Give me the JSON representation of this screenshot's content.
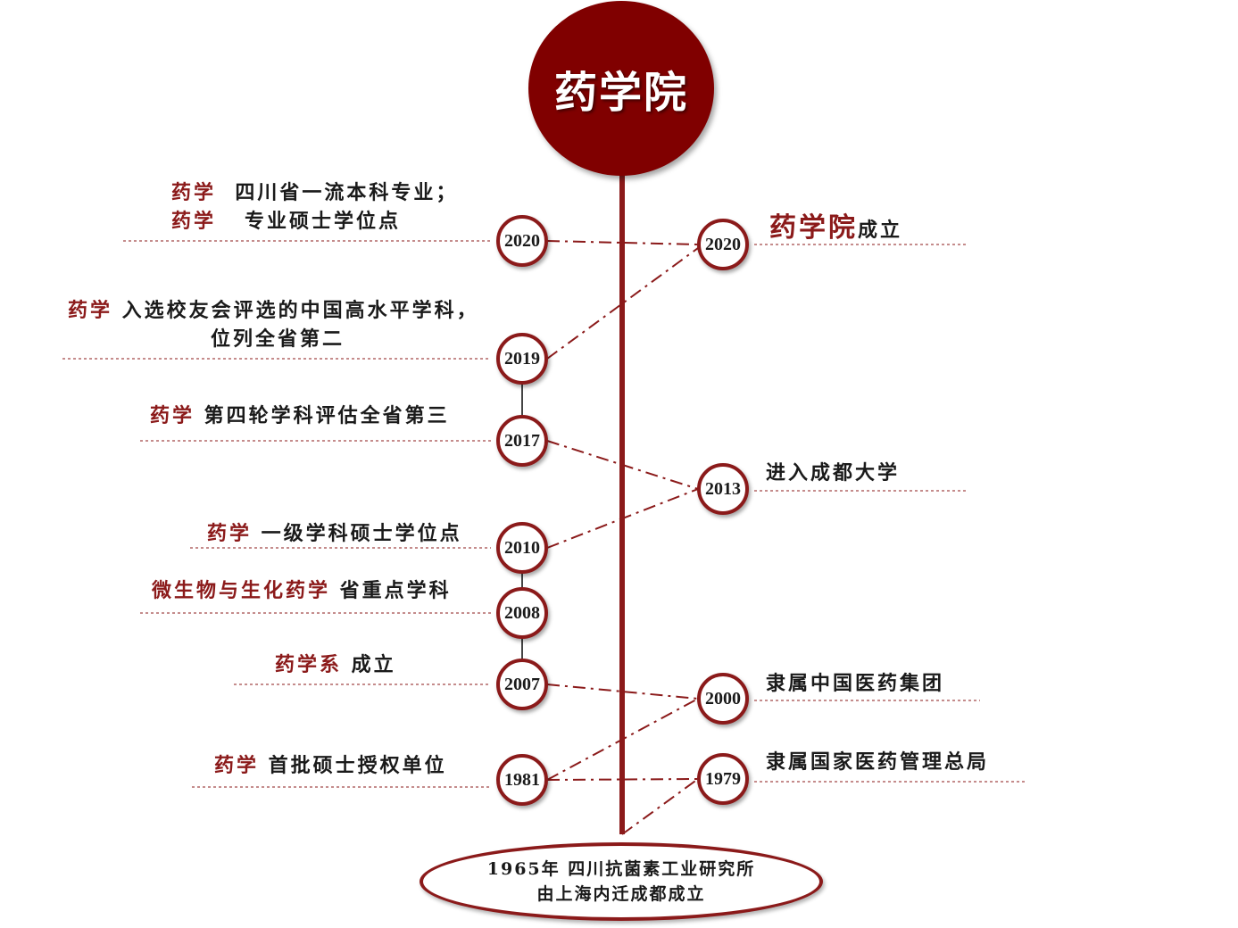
{
  "title": "药学院",
  "origin": {
    "line1": "1965年 四川抗菌素工业研究所",
    "line2": "由上海内迁成都成立"
  },
  "left_events": [
    {
      "year": "2020",
      "lines": [
        [
          {
            "text": "药学",
            "accent": true
          },
          {
            "text": "  四川省一流本科专业；",
            "accent": false
          }
        ],
        [
          {
            "text": "药学",
            "accent": true
          },
          {
            "text": "   专业硕士学位点",
            "accent": false
          }
        ]
      ]
    },
    {
      "year": "2019",
      "lines": [
        [
          {
            "text": "药学",
            "accent": true
          },
          {
            "text": " 入选校友会评选的中国高水平学科，",
            "accent": false
          }
        ],
        [
          {
            "text": "位列全省第二",
            "accent": false
          }
        ]
      ]
    },
    {
      "year": "2017",
      "lines": [
        [
          {
            "text": "药学",
            "accent": true
          },
          {
            "text": " 第四轮学科评估全省第三",
            "accent": false
          }
        ]
      ]
    },
    {
      "year": "2010",
      "lines": [
        [
          {
            "text": "药学",
            "accent": true
          },
          {
            "text": " 一级学科硕士学位点",
            "accent": false
          }
        ]
      ]
    },
    {
      "year": "2008",
      "lines": [
        [
          {
            "text": "微生物与生化药学",
            "accent": true
          },
          {
            "text": " 省重点学科",
            "accent": false
          }
        ]
      ]
    },
    {
      "year": "2007",
      "lines": [
        [
          {
            "text": "药学系",
            "accent": true
          },
          {
            "text": " 成立",
            "accent": false
          }
        ]
      ]
    },
    {
      "year": "1981",
      "lines": [
        [
          {
            "text": "药学",
            "accent": true
          },
          {
            "text": " 首批硕士授权单位",
            "accent": false
          }
        ]
      ]
    }
  ],
  "right_events": [
    {
      "year": "2020",
      "lines": [
        [
          {
            "text": "药学院",
            "accent": true
          },
          {
            "text": "成立",
            "accent": false
          }
        ]
      ]
    },
    {
      "year": "2013",
      "lines": [
        [
          {
            "text": "进入成都大学",
            "accent": false
          }
        ]
      ]
    },
    {
      "year": "2000",
      "lines": [
        [
          {
            "text": "隶属中国医药集团",
            "accent": false
          }
        ]
      ]
    },
    {
      "year": "1979",
      "lines": [
        [
          {
            "text": "隶属国家医药管理总局",
            "accent": false
          }
        ]
      ]
    }
  ],
  "colors": {
    "accent": "#8b1a1a",
    "title_fill": "#800000",
    "text": "#1a1a1a"
  }
}
